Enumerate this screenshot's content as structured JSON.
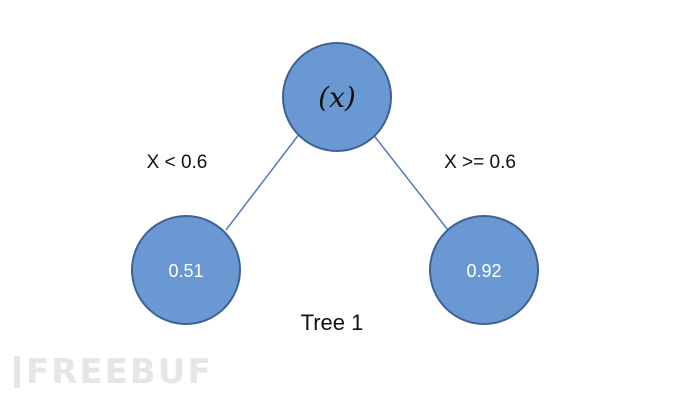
{
  "diagram": {
    "title": "Tree 1",
    "root": {
      "label": "(x)"
    },
    "branches": [
      {
        "condition": "X < 0.6",
        "leaf_value": "0.51"
      },
      {
        "condition": "X >= 0.6",
        "leaf_value": "0.92"
      }
    ]
  },
  "colors": {
    "node_fill": "#6a98d2",
    "node_stroke": "#3f6294",
    "edge": "#5b7fb6"
  },
  "watermark": {
    "text": "FREEBUF"
  }
}
